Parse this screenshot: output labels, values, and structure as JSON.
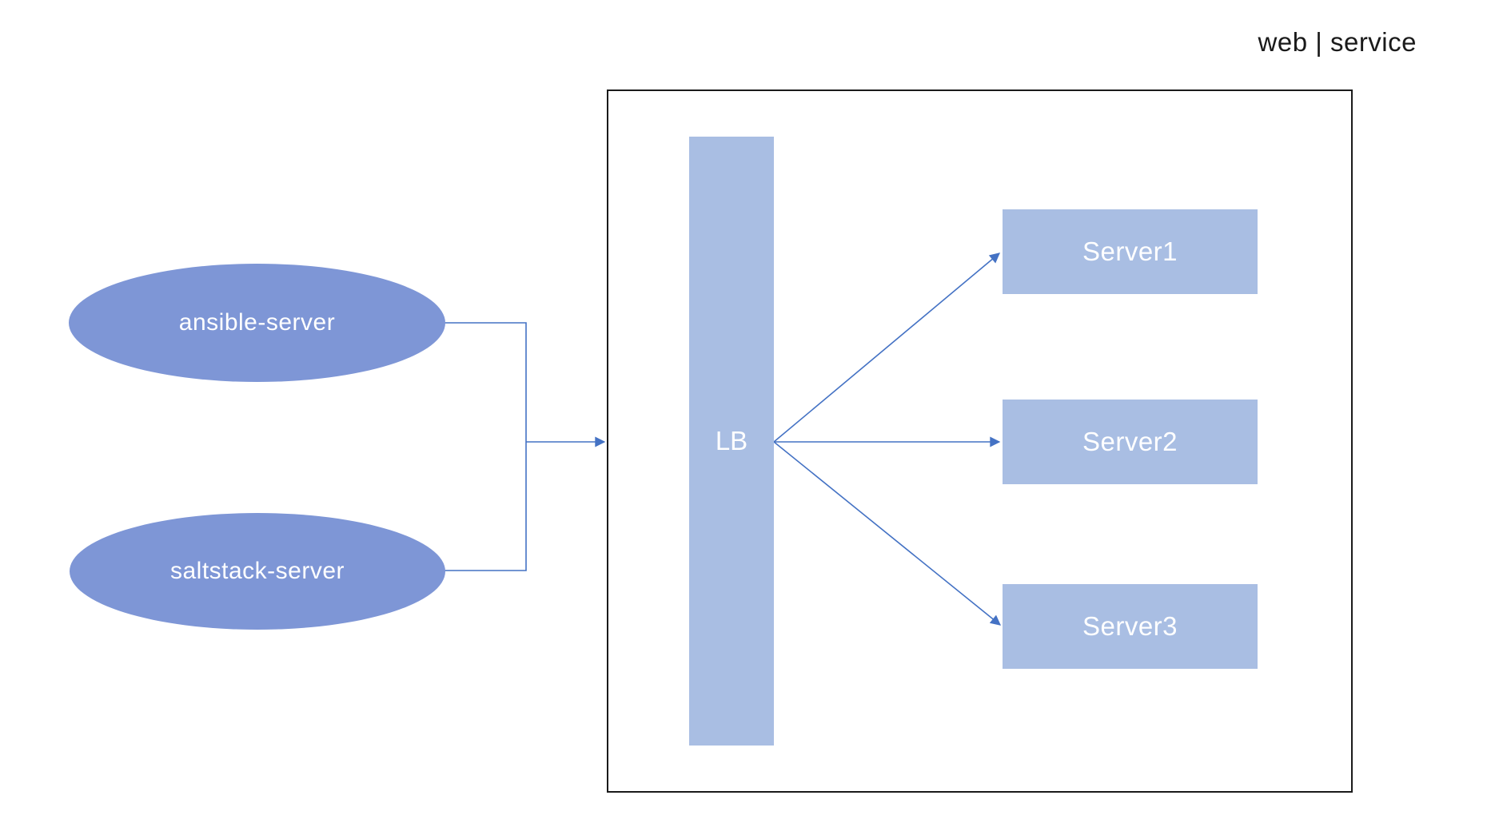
{
  "title": "web | service",
  "colors": {
    "ellipse_fill": "#7E96D6",
    "rect_fill": "#A9BEE3",
    "connector": "#4472C4",
    "container_border": "#1a1a1a",
    "label_text": "#ffffff",
    "title_text": "#1a1a1a"
  },
  "nodes": {
    "ansible": {
      "label": "ansible-server"
    },
    "saltstack": {
      "label": "saltstack-server"
    },
    "lb": {
      "label": "LB"
    },
    "server1": {
      "label": "Server1"
    },
    "server2": {
      "label": "Server2"
    },
    "server3": {
      "label": "Server3"
    }
  }
}
